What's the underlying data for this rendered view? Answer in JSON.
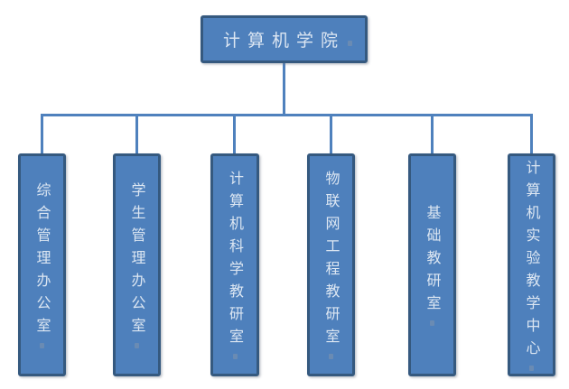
{
  "diagram": {
    "type": "org-chart",
    "root": {
      "label": "计算机学院"
    },
    "children": [
      {
        "label": "综合管理办公室"
      },
      {
        "label": "学生管理办公室"
      },
      {
        "label": "计算机科学教研室"
      },
      {
        "label": "物联网工程教研室"
      },
      {
        "label": "基础教研室"
      },
      {
        "label": "计算机实验教学中心"
      }
    ],
    "icons": {
      "anchor_mark": "small-gray-anchor-smudge"
    },
    "colors": {
      "background": "#ffffff",
      "box_fill": "#4e80bc",
      "box_border": "#35597f",
      "connector": "#4f81bd",
      "text": "#dce6f2",
      "anchor_mark": "#8f9aa8"
    }
  }
}
